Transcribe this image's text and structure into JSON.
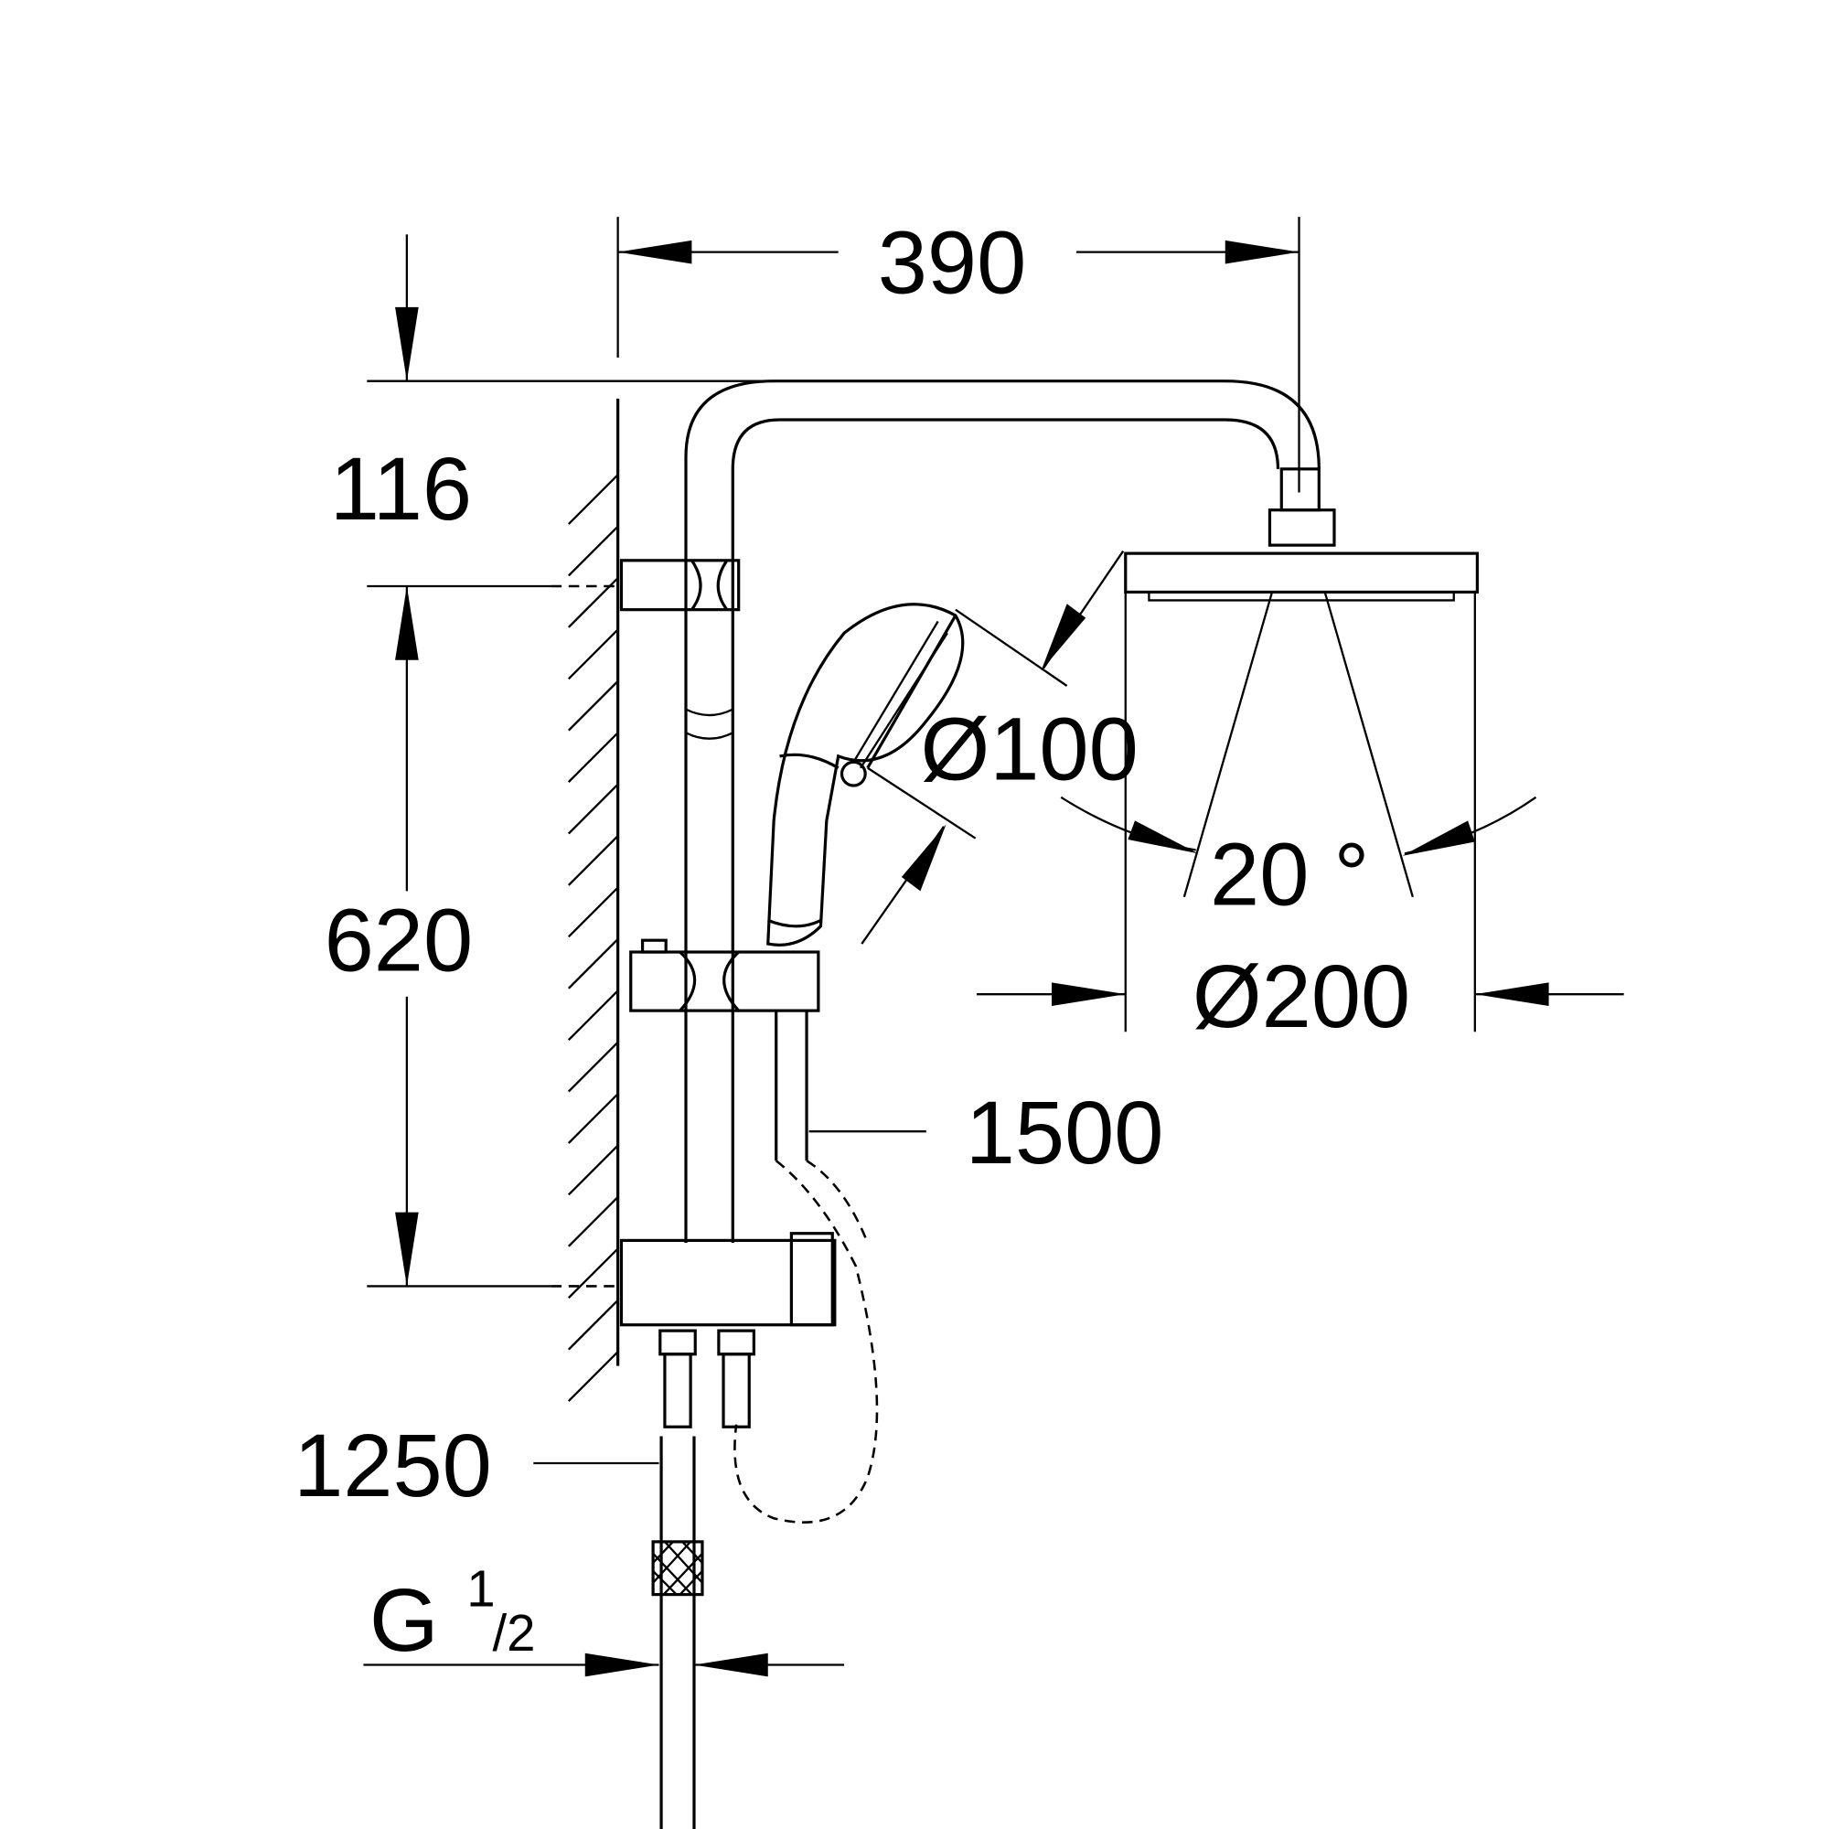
{
  "dimensions": {
    "width": "390",
    "arm_height": "116",
    "bracket_spacing": "620",
    "hand_shower_diameter": "Ø100",
    "spray_angle": "20 °",
    "head_shower_diameter": "Ø200",
    "hose_length": "1500",
    "supply_length": "1250",
    "thread_g": "G",
    "thread_num": "1",
    "thread_den": "/2"
  }
}
